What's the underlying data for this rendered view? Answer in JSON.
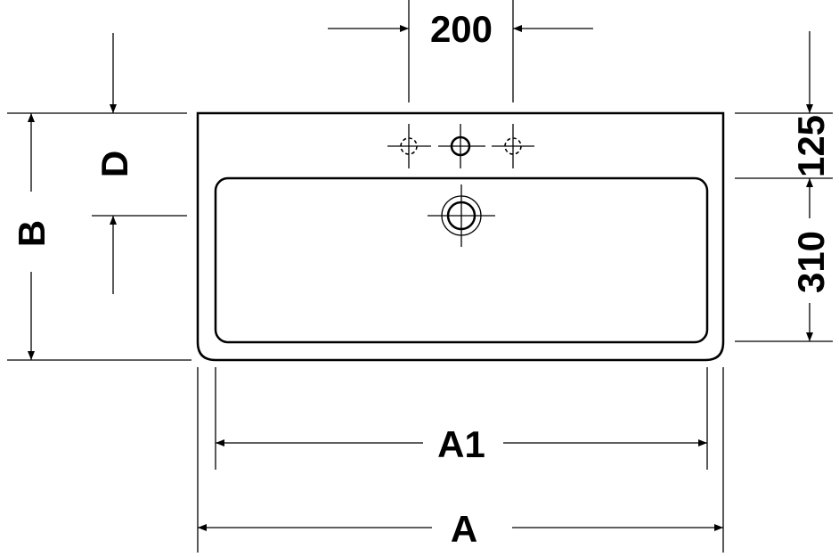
{
  "labels": {
    "faucet_spacing": "200",
    "depth_D": "D",
    "depth_B": "B",
    "rim_125": "125",
    "bowl_310": "310",
    "width_A1": "A1",
    "width_A": "A"
  },
  "colors": {
    "line": "#000000",
    "background": "#ffffff"
  }
}
